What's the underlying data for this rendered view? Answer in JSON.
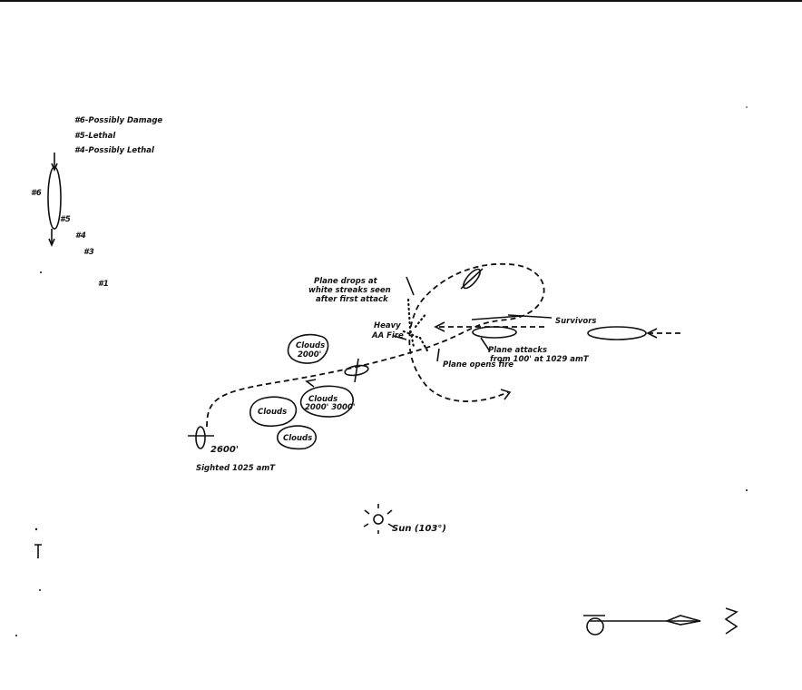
{
  "legend": {
    "line1": "#6-Possibly Damage",
    "line2": "#5-Lethal",
    "line3": "#4-Possibly Lethal"
  },
  "formation": {
    "ship_label": "#6",
    "marks": [
      "#5",
      "#4",
      "#3",
      "#1"
    ]
  },
  "annotations": {
    "plane_drops_1": "Plane drops at",
    "plane_drops_2": "white streaks seen",
    "plane_drops_3": "after first attack",
    "heavy_1": "Heavy",
    "heavy_2": "AA Fire",
    "survivors": "Survivors",
    "plane_attacks_1": "Plane attacks",
    "plane_attacks_2": "from 100' at 1029 amT",
    "plane_opens_fire": "Plane opens fire",
    "clouds_top_1": "Clouds",
    "clouds_top_2": "2000'",
    "clouds_mid": "Clouds",
    "clouds_right_1": "Clouds",
    "clouds_right_2": "2000' 3000'",
    "clouds_bottom": "Clouds",
    "altitude": "2600'",
    "sighted": "Sighted 1025 amT",
    "sun": "Sun (103°)"
  }
}
